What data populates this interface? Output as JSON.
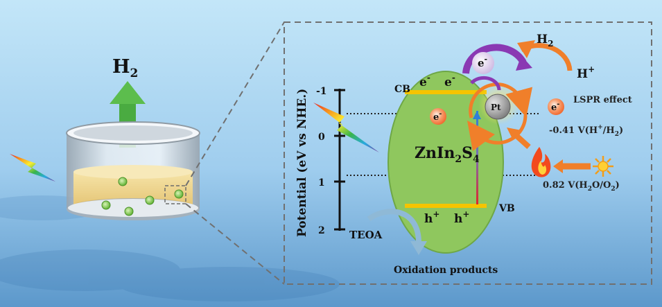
{
  "left": {
    "gas_product": {
      "base": "H",
      "sub": "2"
    }
  },
  "diagram": {
    "axis": {
      "label": "Potential (eV vs NHE.)",
      "ticks": [
        "-1",
        "0",
        "1",
        "2"
      ]
    },
    "bands": {
      "cb": "CB",
      "vb": "VB"
    },
    "material": {
      "base": "ZnIn",
      "sub1": "2",
      "mid": "S",
      "sub2": "4"
    },
    "electron": {
      "base": "e",
      "sup": "-"
    },
    "hole": {
      "base": "h",
      "sup": "+"
    },
    "cocatalyst": "Pt",
    "products": {
      "h2": {
        "base": "H",
        "sub": "2"
      },
      "h_plus": {
        "base": "H",
        "sup": "+"
      }
    },
    "lspr": "LSPR effect",
    "potentials": {
      "h_ref": {
        "prefix": "-0.41 V(H",
        "sup": "+",
        "mid": "/H",
        "sub": "2",
        "suffix": ")"
      },
      "o_ref": {
        "prefix": "0.82 V(H",
        "sub1": "2",
        "mid": "O/O",
        "sub2": "2",
        "suffix": ")"
      }
    },
    "sacrificial": "TEOA",
    "oxidation": "Oxidation products"
  },
  "colors": {
    "background_top": "#b9e0f6",
    "background_bottom": "#5f9bcd",
    "semiconductor": "#8fc75e",
    "band_line": "#f5c400",
    "gas_arrow": "#4aab41",
    "electron_circle": "#f47a3b",
    "pt_particle": "#9a9a9a",
    "orange_arrow": "#f07f2a",
    "purple_arrow": "#8a39b3",
    "teoa_arrow": "#8fb9d6"
  }
}
